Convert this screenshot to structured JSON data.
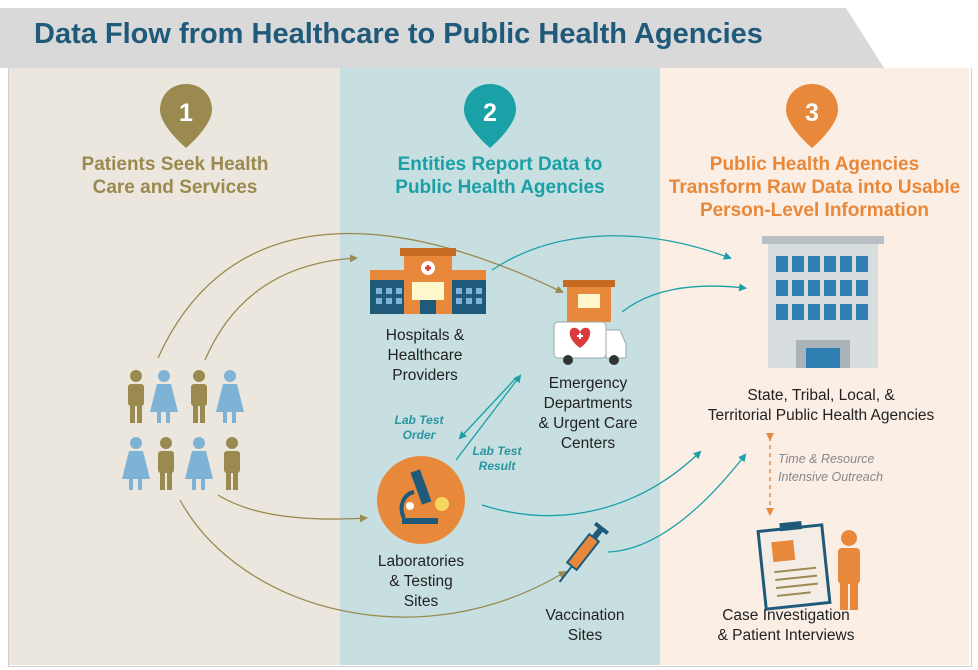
{
  "title": "Data Flow from Healthcare to Public Health Agencies",
  "steps": [
    {
      "number": "1",
      "heading_line1": "Patients Seek Health",
      "heading_line2": "Care and Services",
      "heading_line3": "",
      "color": "#9a8a4f"
    },
    {
      "number": "2",
      "heading_line1": "Entities Report Data to",
      "heading_line2": "Public Health Agencies",
      "heading_line3": "",
      "color": "#1aa0a7"
    },
    {
      "number": "3",
      "heading_line1": "Public Health Agencies",
      "heading_line2": "Transform Raw Data into Usable",
      "heading_line3": "Person-Level Information",
      "color": "#e8883a"
    }
  ],
  "entities": {
    "hospitals": {
      "line1": "Hospitals &",
      "line2": "Healthcare",
      "line3": "Providers"
    },
    "emergency": {
      "line1": "Emergency",
      "line2": "Departments",
      "line3": "& Urgent Care",
      "line4": "Centers"
    },
    "laboratories": {
      "line1": "Laboratories",
      "line2": "& Testing",
      "line3": "Sites"
    },
    "vaccination": {
      "line1": "Vaccination",
      "line2": "Sites"
    },
    "agencies": {
      "line1": "State, Tribal, Local, &",
      "line2": "Territorial Public Health Agencies"
    },
    "case": {
      "line1": "Case Investigation",
      "line2": "& Patient Interviews"
    }
  },
  "lab_order": {
    "line1": "Lab Test",
    "line2": "Order"
  },
  "lab_result": {
    "line1": "Lab Test",
    "line2": "Result"
  },
  "outreach": {
    "line1": "Time & Resource",
    "line2": "Intensive Outreach"
  },
  "colors": {
    "olive": "#9a8a4f",
    "teal": "#1aa0a7",
    "orange": "#e8883a",
    "title": "#1f5a7a"
  }
}
